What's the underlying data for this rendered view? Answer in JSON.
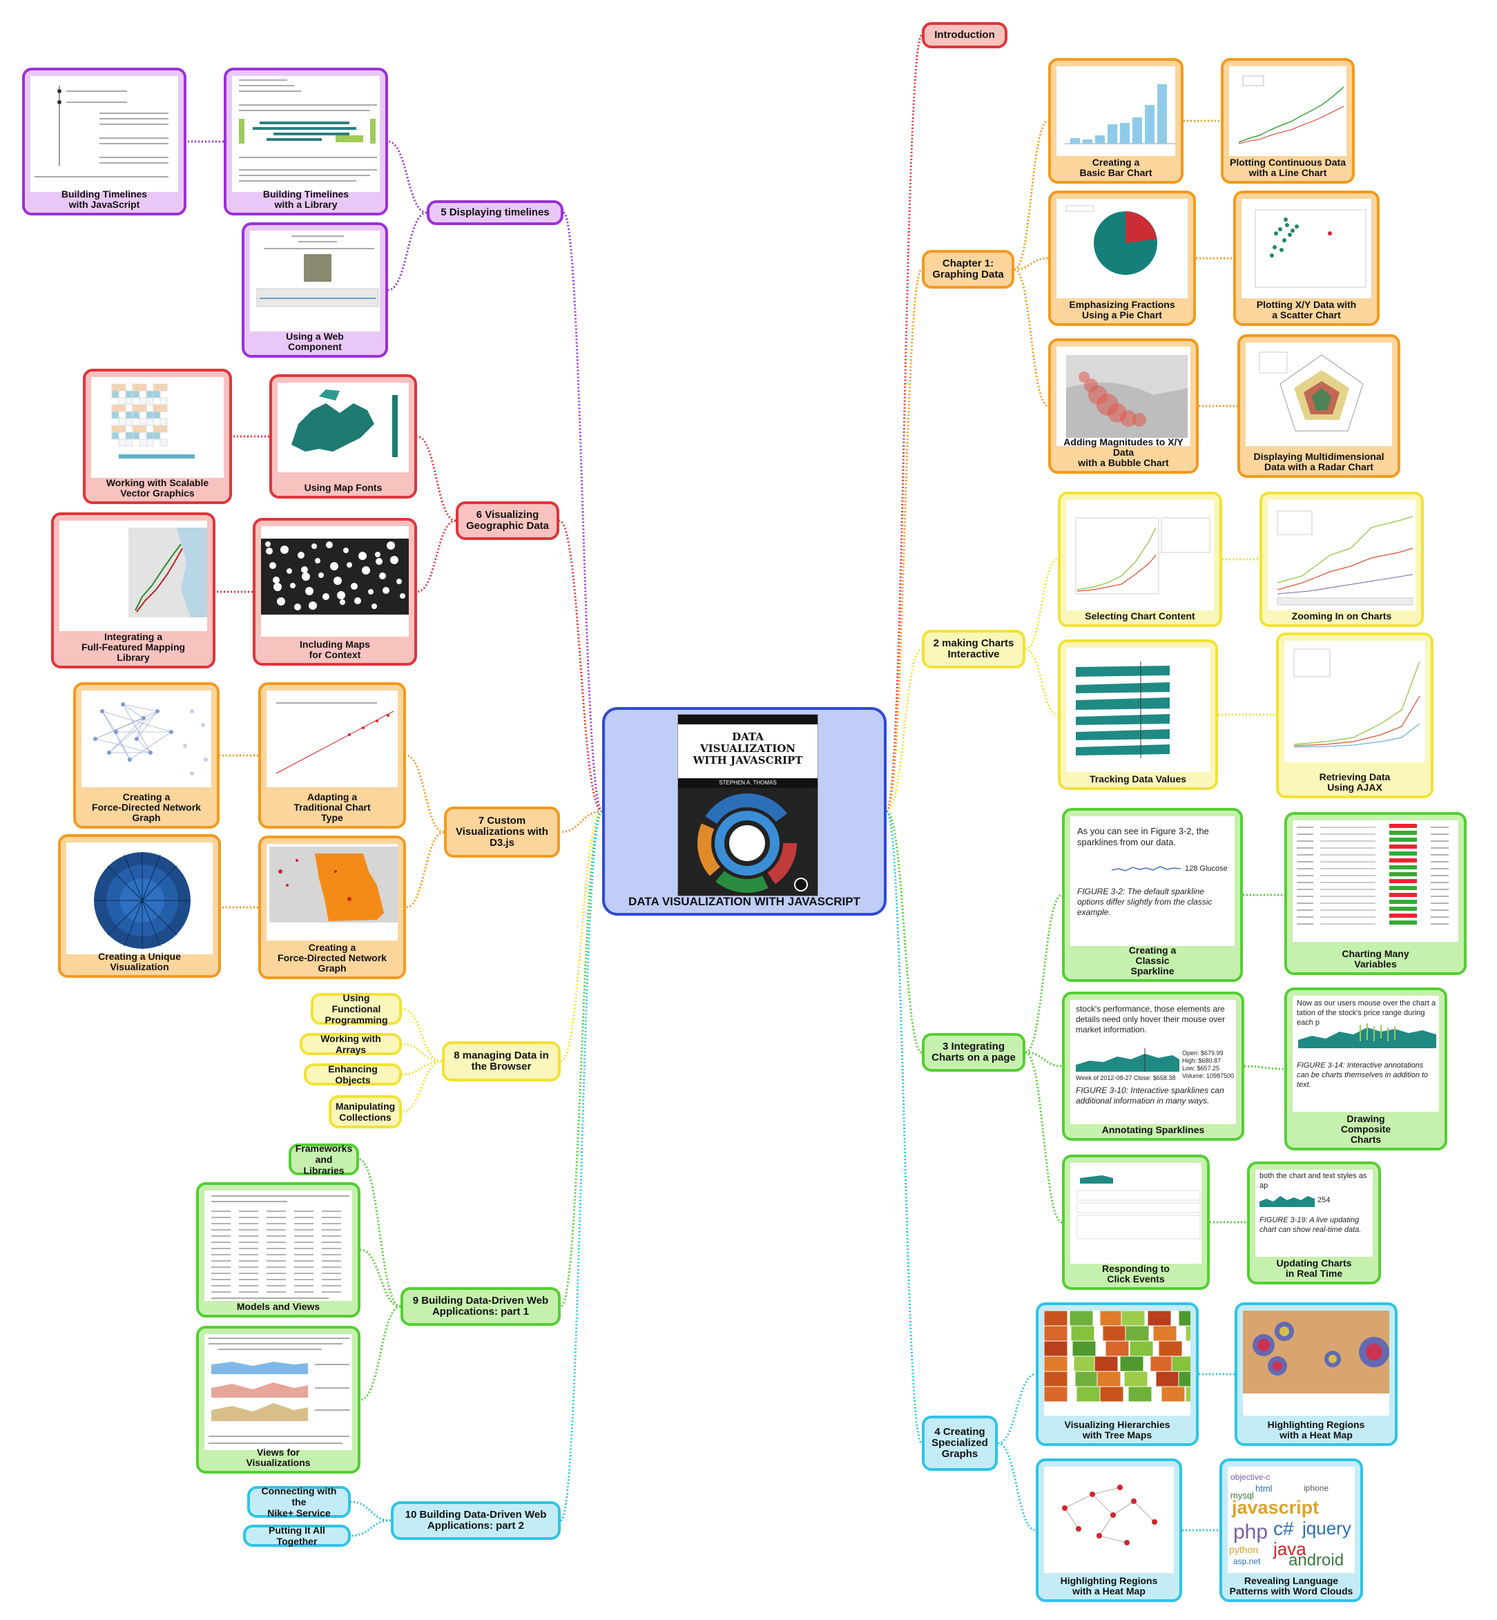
{
  "center": {
    "title": "DATA VISUALIZATION WITH JAVASCRIPT",
    "cover_title": "DATA\nVISUALIZATION\nWITH JAVASCRIPT",
    "cover_author": "STEPHEN A. THOMAS"
  },
  "colors": {
    "purple": "#9b30d9",
    "red": "#e0353a",
    "orange": "#f39a1f",
    "yellow": "#f2e233",
    "green": "#53cf33",
    "cyan": "#2fc3e6",
    "center": "#2f49d6"
  },
  "chapters": {
    "intro": "Introduction",
    "ch1": "Chapter 1:\nGraphing Data",
    "ch2": "2 making Charts\nInteractive",
    "ch3": "3 Integrating\nCharts on a page",
    "ch4": "4 Creating\nSpecialized\nGraphs",
    "ch5": "5 Displaying  timelines",
    "ch6": "6 Visualizing\nGeographic Data",
    "ch7": "7 Custom\nVisualizations with\nD3.js",
    "ch8": "8 managing Data in\nthe Browser",
    "ch9": "9 Building Data-Driven Web\nApplications: part 1",
    "ch10": "10 Building Data-Driven Web\nApplications: part 2"
  },
  "ch1_topics": [
    "Creating a\nBasic Bar Chart",
    "Plotting Continuous Data\nwith a Line Chart",
    "Emphasizing Fractions\nUsing a Pie Chart",
    "Plotting X/Y Data with\na Scatter Chart",
    "Adding Magnitudes to X/Y Data\nwith a Bubble Chart",
    "Displaying Multidimensional\nData with a Radar Chart"
  ],
  "ch2_topics": [
    "Selecting Chart Content",
    "Zooming In on Charts",
    "Tracking  Data  Values",
    "Retrieving Data\nUsing AJAX"
  ],
  "ch3_topics": [
    "Creating a\nClassic\nSparkline",
    "Charting Many\nVariables",
    "Annotating  Sparklines",
    "Drawing\nComposite\nCharts",
    "Responding to\nClick Events",
    "Updating Charts\nin Real Time"
  ],
  "ch3_snippets": {
    "sparkline_text": "As you can see in Figure 3-2, the sparklines from our data.",
    "sparkline_value": "128 Glucose",
    "sparkline_caption": "FIGURE 3-2: The default sparkline options differ slightly from the classic example.",
    "annot_text": "stock's performance, those elements are details need only hover their mouse over market information.",
    "annot_values": "Open: $679.99\nHigh: $680.87\nLow: $657.25\nVolume: 10987500",
    "annot_week": "Week of 2012-08-27     Close: $658.38",
    "annot_caption": "FIGURE 3-10: Interactive sparklines can additional information in many ways.",
    "composite_text": "Now as our users mouse over the chart a tation of the stock's price range during each p",
    "composite_caption": "FIGURE 3-14: Interactive annotations can be charts themselves in addition to text.",
    "realtime_text": "both the chart and text styles as ap",
    "realtime_value": "254",
    "realtime_caption": "FIGURE 3-19: A live updating chart can show real-time data."
  },
  "ch4_topics": [
    "Visualizing Hierarchies\nwith Tree Maps",
    "Highlighting Regions\nwith a Heat Map",
    "Highlighting Regions\nwith a Heat Map",
    "Revealing Language\nPatterns with Word Clouds"
  ],
  "ch4_words": [
    "javascript",
    "php",
    "c#",
    "jquery",
    "java",
    "android",
    "python",
    "html",
    "mysql",
    "iphone",
    "asp.net",
    "objective-c"
  ],
  "ch5_topics": [
    "Building Timelines\nwith JavaScript",
    "Building Timelines\nwith a Library",
    "Using a Web\nComponent"
  ],
  "ch6_topics": [
    "Working with Scalable\nVector Graphics",
    "Using Map Fonts",
    "Integrating a\nFull-Featured Mapping\nLibrary",
    "Including Maps\nfor Context"
  ],
  "ch7_topics": [
    "Creating a\nForce-Directed Network\nGraph",
    "Adapting a\nTraditional Chart\nType",
    "Creating a Unique\nVisualization",
    "Creating a\nForce-Directed Network\nGraph"
  ],
  "ch8_topics": [
    "Using Functional\nProgramming",
    "Working with Arrays",
    "Enhancing  Objects",
    "Manipulating\nCollections"
  ],
  "ch9_topics": [
    "Frameworks\nand Libraries",
    "Models  and  Views",
    "Views for\nVisualizations"
  ],
  "ch10_topics": [
    "Connecting with the\nNike+ Service",
    "Putting It All Together"
  ]
}
